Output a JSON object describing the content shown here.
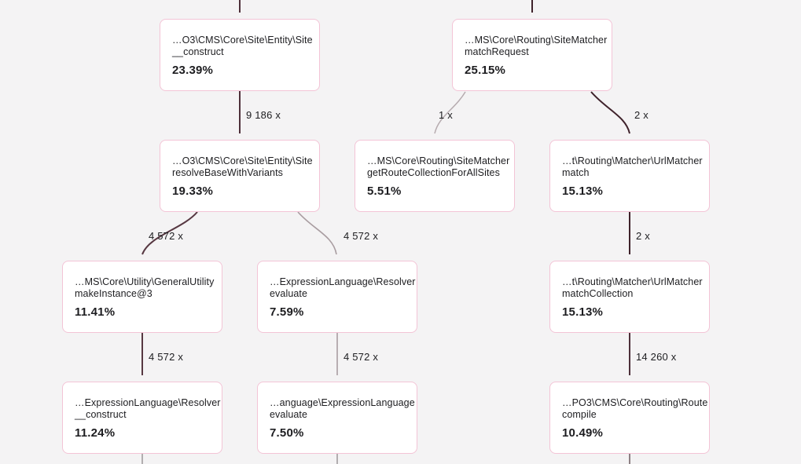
{
  "view": {
    "kind": "profiler-call-graph",
    "background": "#f4f3f4"
  },
  "colors": {
    "node_background": "#ffffff",
    "node_border": "#f3c4d6",
    "text": "#1d1d20",
    "edge_dark": "#3f222b",
    "edge_medium": "#573842",
    "edge_light": "#b6abaf",
    "arrowhead_hot": "#d5417e",
    "arrowhead_bright": "#e2639e",
    "arrowhead_pale": "#f2b3cf"
  },
  "nodes": [
    {
      "id": "site-construct",
      "class_path": "…O3\\CMS\\Core\\Site\\Entity\\Site",
      "function": "__construct",
      "percent": "23.39%"
    },
    {
      "id": "sitematcher-matchrequest",
      "class_path": "…MS\\Core\\Routing\\SiteMatcher",
      "function": "matchRequest",
      "percent": "25.15%"
    },
    {
      "id": "site-resolvebase",
      "class_path": "…O3\\CMS\\Core\\Site\\Entity\\Site",
      "function": "resolveBaseWithVariants",
      "percent": "19.33%"
    },
    {
      "id": "sitematcher-getroutes",
      "class_path": "…MS\\Core\\Routing\\SiteMatcher",
      "function": "getRouteCollectionForAllSites",
      "percent": "5.51%"
    },
    {
      "id": "urlmatcher-match",
      "class_path": "…t\\Routing\\Matcher\\UrlMatcher",
      "function": "match",
      "percent": "15.13%"
    },
    {
      "id": "generalutility-makeinstance",
      "class_path": "…MS\\Core\\Utility\\GeneralUtility",
      "function": "makeInstance@3",
      "percent": "11.41%"
    },
    {
      "id": "resolver-evaluate",
      "class_path": "…ExpressionLanguage\\Resolver",
      "function": "evaluate",
      "percent": "7.59%"
    },
    {
      "id": "urlmatcher-matchcollection",
      "class_path": "…t\\Routing\\Matcher\\UrlMatcher",
      "function": "matchCollection",
      "percent": "15.13%"
    },
    {
      "id": "resolver-construct",
      "class_path": "…ExpressionLanguage\\Resolver",
      "function": "__construct",
      "percent": "11.24%"
    },
    {
      "id": "expressionlanguage-evaluate",
      "class_path": "…anguage\\ExpressionLanguage",
      "function": "evaluate",
      "percent": "7.50%"
    },
    {
      "id": "route-compile",
      "class_path": "…PO3\\CMS\\Core\\Routing\\Route",
      "function": "compile",
      "percent": "10.49%"
    }
  ],
  "edges": [
    {
      "source": "site-construct",
      "target": "site-resolvebase",
      "count": "9 186 x"
    },
    {
      "source": "sitematcher-matchrequest",
      "target": "sitematcher-getroutes",
      "count": "1 x"
    },
    {
      "source": "sitematcher-matchrequest",
      "target": "urlmatcher-match",
      "count": "2 x"
    },
    {
      "source": "site-resolvebase",
      "target": "generalutility-makeinstance",
      "count": "4 572 x"
    },
    {
      "source": "site-resolvebase",
      "target": "resolver-evaluate",
      "count": "4 572 x"
    },
    {
      "source": "urlmatcher-match",
      "target": "urlmatcher-matchcollection",
      "count": "2 x"
    },
    {
      "source": "generalutility-makeinstance",
      "target": "resolver-construct",
      "count": "4 572 x"
    },
    {
      "source": "resolver-evaluate",
      "target": "expressionlanguage-evaluate",
      "count": "4 572 x"
    },
    {
      "source": "urlmatcher-matchcollection",
      "target": "route-compile",
      "count": "14 260 x"
    }
  ]
}
